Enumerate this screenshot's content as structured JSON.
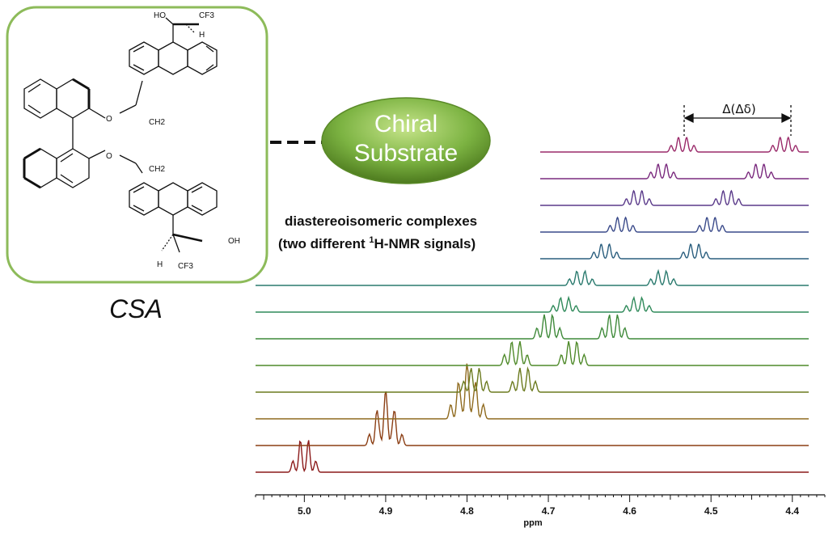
{
  "csa_box": {
    "label": "CSA",
    "atoms": {
      "ho_top": "HO",
      "cf3_top": "CF3",
      "h_top": "H",
      "o_upper": "O",
      "ch2_upper": "CH2",
      "o_lower": "O",
      "ch2_lower": "CH2",
      "oh_bottom": "OH",
      "h_bottom": "H",
      "cf3_bottom": "CF3"
    }
  },
  "substrate_ellipse": {
    "line1": "Chiral",
    "line2": "Substrate",
    "fill_color": "#7cb342"
  },
  "complex_label": {
    "line1": "diastereoisomeric complexes",
    "line2_prefix": "(two different ",
    "line2_sup": "1",
    "line2_suffix": "H-NMR signals)"
  },
  "delta_label": "Δ(Δδ)",
  "spectrum": {
    "x_axis_label": "ppm",
    "ticks": [
      "5.0",
      "4.9",
      "4.8",
      "4.7",
      "4.6",
      "4.5",
      "4.4"
    ],
    "tick_values": [
      5.0,
      4.9,
      4.8,
      4.7,
      4.6,
      4.5,
      4.4
    ],
    "xlim": [
      5.06,
      4.36
    ],
    "traces": [
      {
        "color": "#8b1a1a",
        "peaks": [
          5.0
        ]
      },
      {
        "color": "#8b3e14",
        "peaks": [
          4.9,
          4.9
        ]
      },
      {
        "color": "#8f6a1e",
        "peaks": [
          4.8,
          4.8
        ]
      },
      {
        "color": "#6b7a1e",
        "peaks": [
          4.79,
          4.73
        ]
      },
      {
        "color": "#4f8a2a",
        "peaks": [
          4.74,
          4.67
        ]
      },
      {
        "color": "#3f8a3a",
        "peaks": [
          4.7,
          4.62
        ]
      },
      {
        "color": "#2f8a5a",
        "peaks": [
          4.68,
          4.59
        ]
      },
      {
        "color": "#2a7a6e",
        "peaks": [
          4.66,
          4.56
        ]
      },
      {
        "color": "#2a5e7e",
        "peaks": [
          4.63,
          4.52
        ]
      },
      {
        "color": "#3a4a8a",
        "peaks": [
          4.61,
          4.5
        ]
      },
      {
        "color": "#5a3a8a",
        "peaks": [
          4.59,
          4.48
        ]
      },
      {
        "color": "#7a2a7e",
        "peaks": [
          4.56,
          4.44
        ]
      },
      {
        "color": "#9a2a6a",
        "peaks": [
          4.535,
          4.41
        ]
      }
    ]
  }
}
